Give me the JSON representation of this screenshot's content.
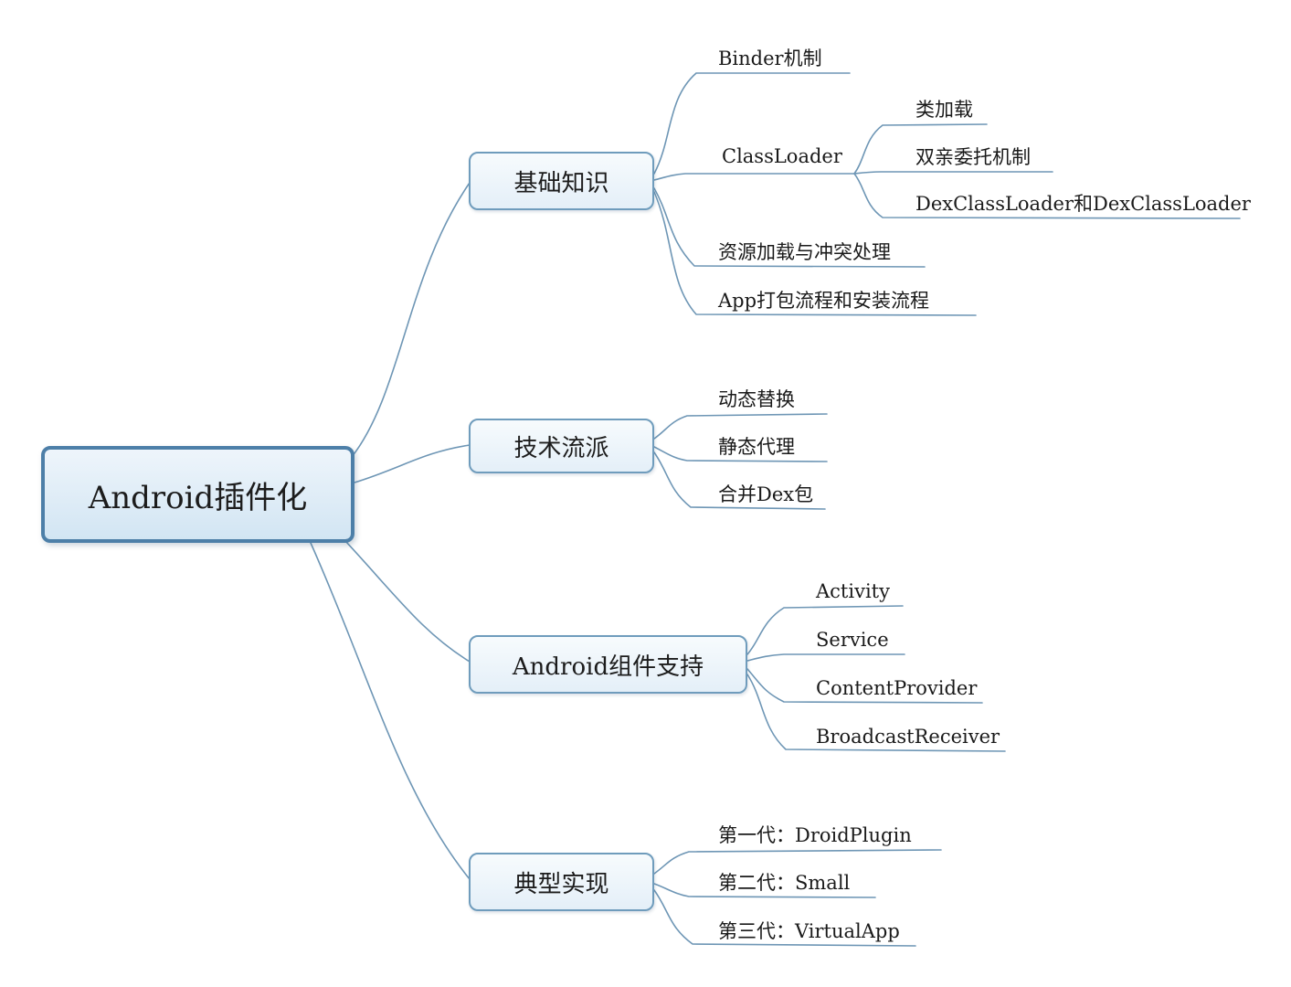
{
  "root": {
    "label": "Android插件化"
  },
  "branches": [
    {
      "label": "基础知识",
      "children": [
        {
          "label": "Binder机制"
        },
        {
          "label": "ClassLoader",
          "children": [
            {
              "label": "类加载"
            },
            {
              "label": "双亲委托机制"
            },
            {
              "label": "DexClassLoader和DexClassLoader"
            }
          ]
        },
        {
          "label": "资源加载与冲突处理"
        },
        {
          "label": "App打包流程和安装流程"
        }
      ]
    },
    {
      "label": "技术流派",
      "children": [
        {
          "label": "动态替换"
        },
        {
          "label": "静态代理"
        },
        {
          "label": "合并Dex包"
        }
      ]
    },
    {
      "label": "Android组件支持",
      "children": [
        {
          "label": "Activity"
        },
        {
          "label": "Service"
        },
        {
          "label": "ContentProvider"
        },
        {
          "label": "BroadcastReceiver"
        }
      ]
    },
    {
      "label": "典型实现",
      "children": [
        {
          "label": "第一代：DroidPlugin"
        },
        {
          "label": "第二代：Small"
        },
        {
          "label": "第三代：VirtualApp"
        }
      ]
    }
  ],
  "colors": {
    "line": "#6e96b5",
    "node_border": "#6f9cbc",
    "root_border": "#4d7fa8",
    "node_fill": "#eef5fb"
  }
}
